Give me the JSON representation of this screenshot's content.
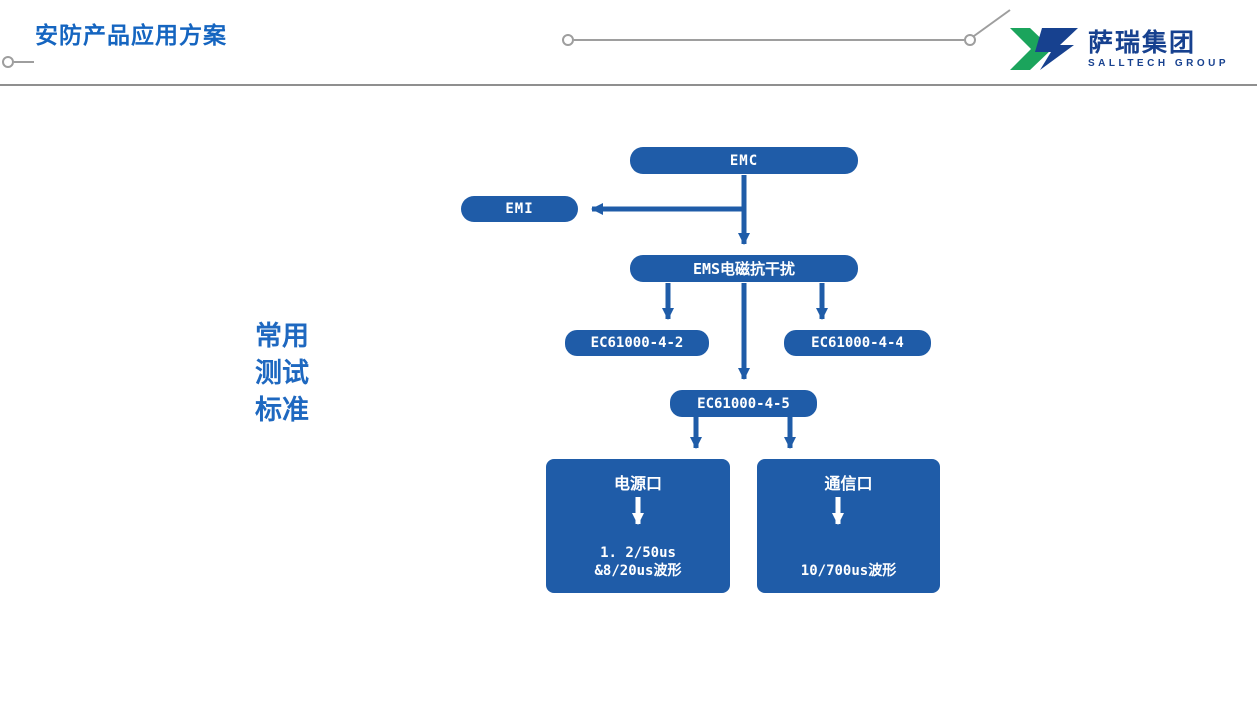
{
  "slide": {
    "title": "安防产品应用方案",
    "logo": {
      "name": "萨瑞集团",
      "subtitle": "SALLTECH GROUP"
    },
    "side_label": {
      "line1": "常用",
      "line2": "测试",
      "line3": "标准"
    }
  },
  "flowchart": {
    "emc": "EMC",
    "emi": "EMI",
    "ems": "EMS电磁抗干扰",
    "std_42": "EC61000-4-2",
    "std_44": "EC61000-4-4",
    "std_45": "EC61000-4-5",
    "power_port": {
      "title": "电源口",
      "line1": "1. 2/50us",
      "line2": "&8/20us波形"
    },
    "comm_port": {
      "title": "通信口",
      "line1": "10/700us波形"
    }
  },
  "colors": {
    "node_blue": "#1f5ca8",
    "title_blue": "#1565c0",
    "side_label_blue": "#1e68c0",
    "logo_blue": "#17418f",
    "logo_green": "#1ba45c",
    "divider_gray": "#8f8f8f"
  }
}
